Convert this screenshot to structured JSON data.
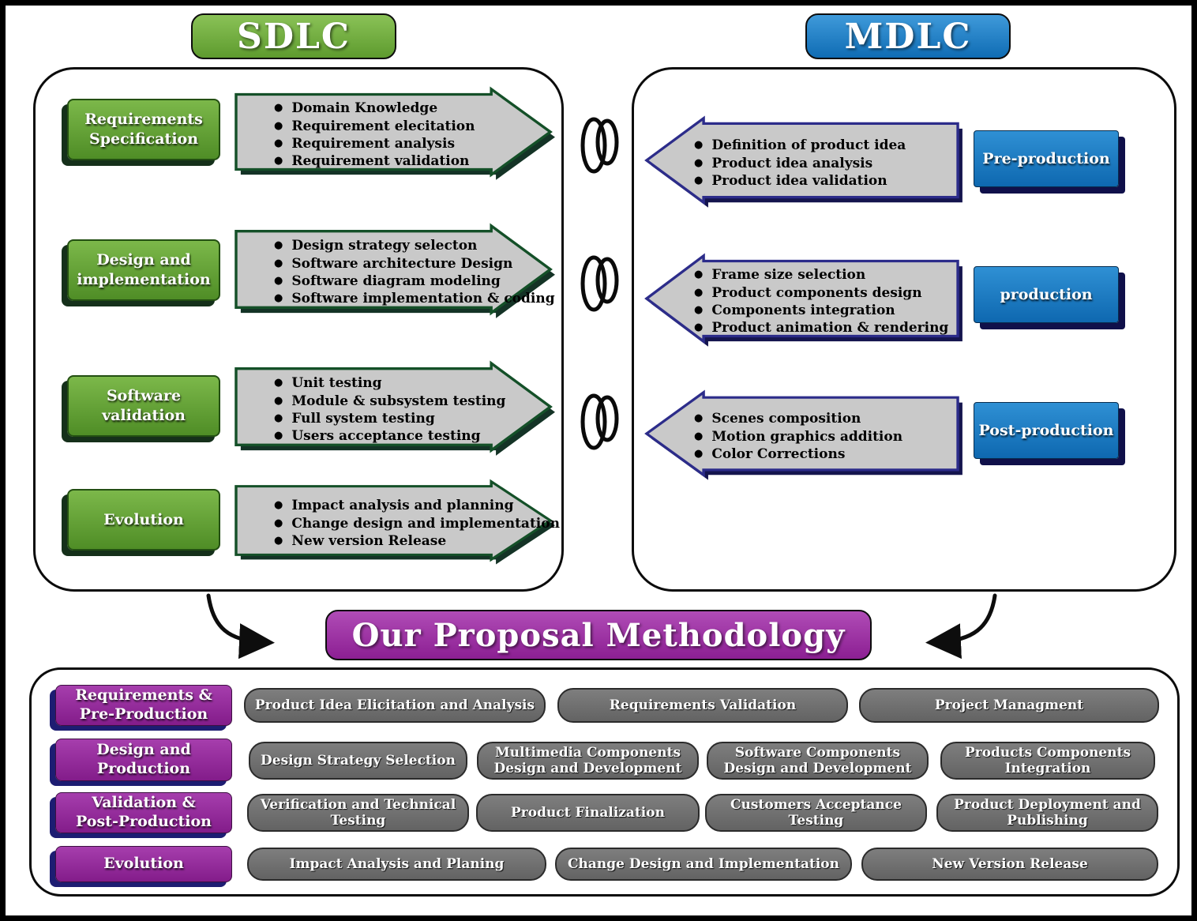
{
  "colors": {
    "sdlc-green": "#5e9b2e",
    "mdlc-blue": "#0f6cb4",
    "proposal-purple": "#8c1f93",
    "item-gray": "#636363",
    "arrow-fill": "#c9c9c9"
  },
  "sdlc": {
    "title": "SDLC",
    "rows": [
      {
        "label": "Requirements\nSpecification",
        "items": [
          "Domain Knowledge",
          "Requirement elecitation",
          "Requirement analysis",
          "Requirement validation"
        ]
      },
      {
        "label": "Design and\nimplementation",
        "items": [
          "Design strategy selecton",
          "Software architecture Design",
          "Software diagram modeling",
          "Software implementation & coding"
        ]
      },
      {
        "label": "Software\nvalidation",
        "items": [
          "Unit testing",
          "Module & subsystem testing",
          "Full system testing",
          "Users acceptance testing"
        ]
      },
      {
        "label": "Evolution",
        "items": [
          "Impact analysis and planning",
          "Change design and implementation",
          "New version Release"
        ]
      }
    ]
  },
  "mdlc": {
    "title": "MDLC",
    "rows": [
      {
        "label": "Pre-production",
        "items": [
          "Definition of product idea",
          "Product idea analysis",
          "Product idea validation"
        ]
      },
      {
        "label": "production",
        "items": [
          "Frame size selection",
          "Product components design",
          "Components integration",
          "Product animation & rendering"
        ]
      },
      {
        "label": "Post-production",
        "items": [
          "Scenes composition",
          "Motion graphics addition",
          "Color Corrections"
        ]
      }
    ]
  },
  "proposal": {
    "title": "Our Proposal Methodology",
    "rows": [
      {
        "label": "Requirements &\nPre-Production",
        "items": [
          "Product Idea Elicitation and Analysis",
          "Requirements Validation",
          "Project Managment"
        ]
      },
      {
        "label": "Design and\nProduction",
        "items": [
          "Design Strategy Selection",
          "Multimedia Components Design and Development",
          "Software Components Design and Development",
          "Products Components Integration"
        ]
      },
      {
        "label": "Validation &\nPost-Production",
        "items": [
          "Verification and Technical Testing",
          "Product Finalization",
          "Customers Acceptance Testing",
          "Product Deployment and Publishing"
        ]
      },
      {
        "label": "Evolution",
        "items": [
          "Impact Analysis and Planing",
          "Change Design and Implementation",
          "New Version Release"
        ]
      }
    ]
  }
}
